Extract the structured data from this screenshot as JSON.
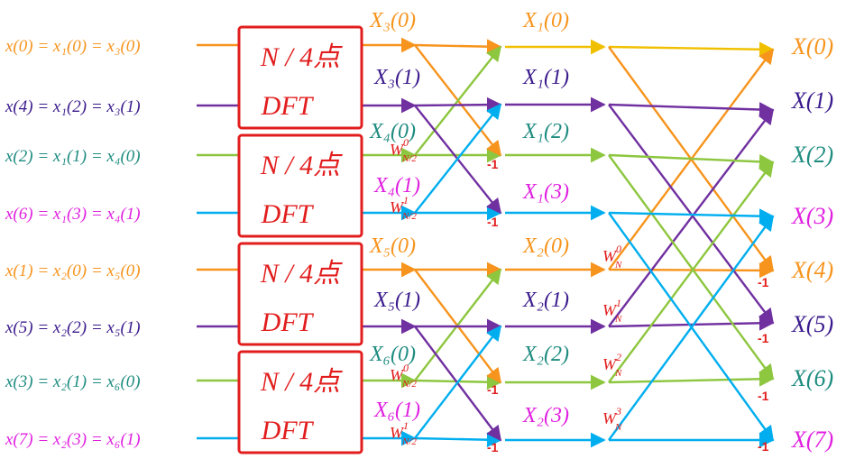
{
  "colors": {
    "orange": "#F7941D",
    "purple": "#7030A0",
    "green": "#8DC63F",
    "cyan": "#00AEEF",
    "red": "#E21D1D",
    "teal": "#1E8C80",
    "magenta": "#E020E0",
    "darkpurple": "#3A1A8C",
    "yellow": "#F0C000"
  },
  "inputs": [
    {
      "text": "x(0) = x₁(0) = x₃(0)",
      "color": "orange"
    },
    {
      "text": "x(4) = x₁(2) = x₃(1)",
      "color": "darkpurple"
    },
    {
      "text": "x(2) = x₁(1) = x₄(0)",
      "color": "teal"
    },
    {
      "text": "x(6) = x₁(3) = x₄(1)",
      "color": "magenta"
    },
    {
      "text": "x(1) = x₂(0) = x₅(0)",
      "color": "orange"
    },
    {
      "text": "x(5) = x₂(2) = x₅(1)",
      "color": "darkpurple"
    },
    {
      "text": "x(3) = x₂(1) = x₆(0)",
      "color": "teal"
    },
    {
      "text": "x(7) = x₂(3) = x₆(1)",
      "color": "magenta"
    }
  ],
  "dft_blocks": [
    {
      "line1": "N / 4点",
      "line2": "DFT"
    },
    {
      "line1": "N / 4点",
      "line2": "DFT"
    },
    {
      "line1": "N / 4点",
      "line2": "DFT"
    },
    {
      "line1": "N / 4点",
      "line2": "DFT"
    }
  ],
  "stage1_labels": [
    {
      "text": "X₃(0)",
      "color": "orange"
    },
    {
      "text": "X₃(1)",
      "color": "darkpurple"
    },
    {
      "text": "X₄(0)",
      "color": "teal"
    },
    {
      "text": "X₄(1)",
      "color": "magenta"
    },
    {
      "text": "X₅(0)",
      "color": "orange"
    },
    {
      "text": "X₅(1)",
      "color": "darkpurple"
    },
    {
      "text": "X₆(0)",
      "color": "teal"
    },
    {
      "text": "X₆(1)",
      "color": "magenta"
    }
  ],
  "stage2_labels": [
    {
      "text": "X₁(0)",
      "color": "orange"
    },
    {
      "text": "X₁(1)",
      "color": "darkpurple"
    },
    {
      "text": "X₁(2)",
      "color": "teal"
    },
    {
      "text": "X₁(3)",
      "color": "magenta"
    },
    {
      "text": "X₂(0)",
      "color": "orange"
    },
    {
      "text": "X₂(1)",
      "color": "darkpurple"
    },
    {
      "text": "X₂(2)",
      "color": "teal"
    },
    {
      "text": "X₂(3)",
      "color": "magenta"
    }
  ],
  "outputs": [
    {
      "text": "X(0)",
      "color": "orange"
    },
    {
      "text": "X(1)",
      "color": "darkpurple"
    },
    {
      "text": "X(2)",
      "color": "teal"
    },
    {
      "text": "X(3)",
      "color": "magenta"
    },
    {
      "text": "X(4)",
      "color": "orange"
    },
    {
      "text": "X(5)",
      "color": "darkpurple"
    },
    {
      "text": "X(6)",
      "color": "teal"
    },
    {
      "text": "X(7)",
      "color": "magenta"
    }
  ],
  "twiddles_stage1": [
    {
      "base": "W",
      "sub": "N/2",
      "sup": "0"
    },
    {
      "base": "W",
      "sub": "N/2",
      "sup": "1"
    },
    {
      "base": "W",
      "sub": "N/2",
      "sup": "0"
    },
    {
      "base": "W",
      "sub": "N/2",
      "sup": "1"
    }
  ],
  "twiddles_stage2": [
    {
      "base": "W",
      "sub": "N",
      "sup": "0"
    },
    {
      "base": "W",
      "sub": "N",
      "sup": "1"
    },
    {
      "base": "W",
      "sub": "N",
      "sup": "2"
    },
    {
      "base": "W",
      "sub": "N",
      "sup": "3"
    }
  ],
  "minus_one": "-1"
}
